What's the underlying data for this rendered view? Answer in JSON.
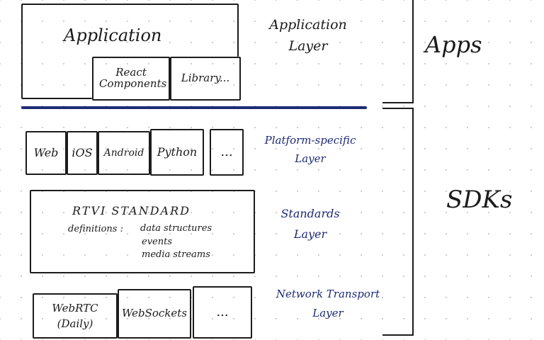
{
  "apps_section": {
    "application": "Application",
    "react_components": "React Components",
    "library": "Library...",
    "layer_name": "Application Layer",
    "group_label": "Apps"
  },
  "sdk_section": {
    "platforms": [
      "Web",
      "iOS",
      "Android",
      "Python",
      "..."
    ],
    "platform_layer": "Platform-specific Layer",
    "standard_title": "RTVI STANDARD",
    "definitions_label": "definitions :",
    "definitions": [
      "data structures",
      "events",
      "media streams"
    ],
    "standards_layer": "Standards Layer",
    "transports": [
      "WebRTC (Daily)",
      "WebSockets",
      "..."
    ],
    "network_layer": "Network Transport Layer",
    "group_label": "SDKs"
  },
  "colors": {
    "ink": "#1c1c1c",
    "annotation_blue": "#1d2a78",
    "divider": "#1e2c74"
  }
}
